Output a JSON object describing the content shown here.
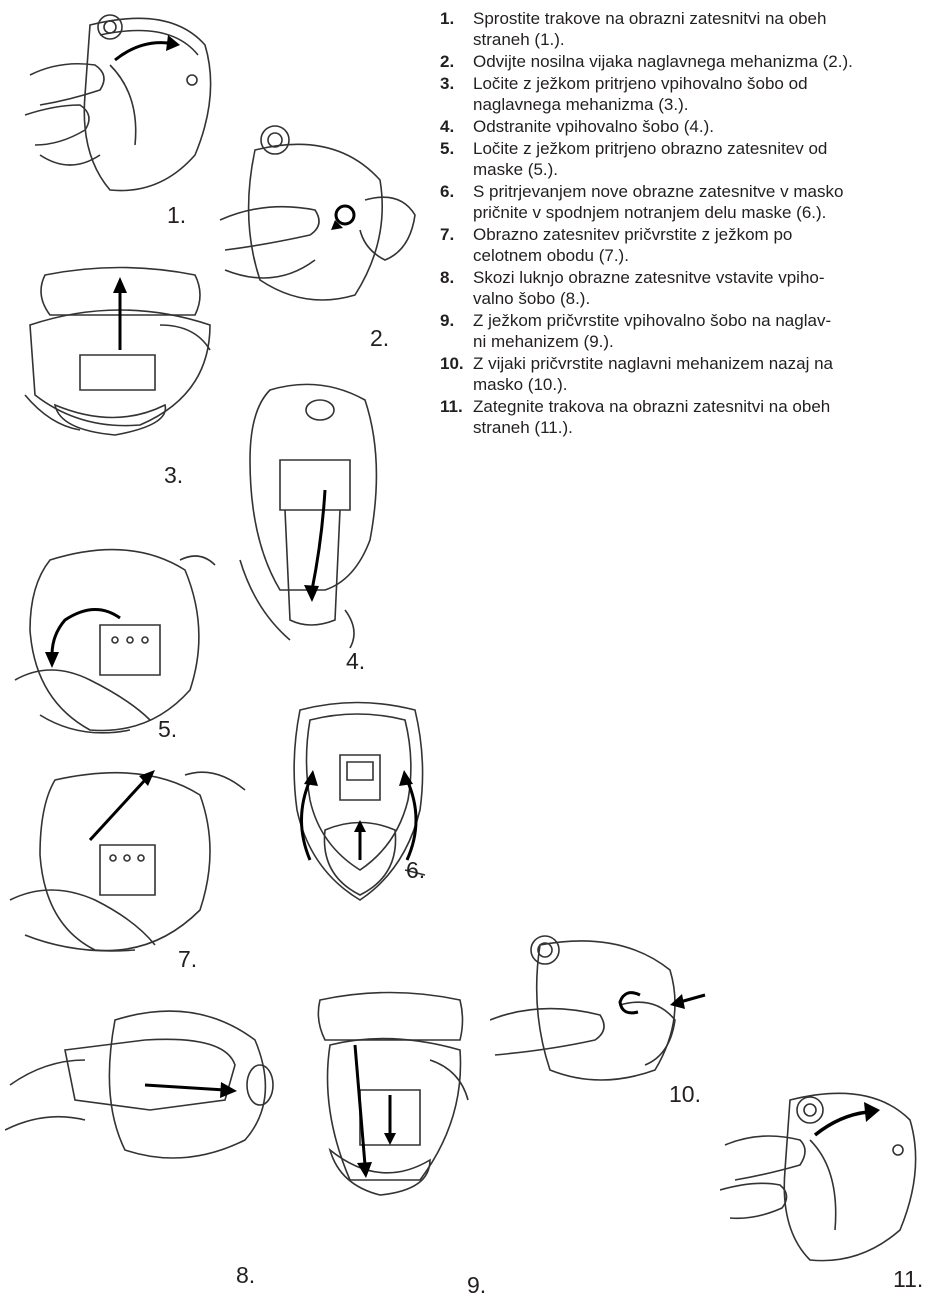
{
  "figure_labels": {
    "f1": "1.",
    "f2": "2.",
    "f3": "3.",
    "f4": "4.",
    "f5": "5.",
    "f6": "6.",
    "f7": "7.",
    "f8": "8.",
    "f9": "9.",
    "f10": "10.",
    "f11": "11."
  },
  "steps": [
    {
      "num": "1.",
      "lines": [
        "Sprostite trakove na obrazni zatesnitvi na obeh",
        "straneh (1.)."
      ]
    },
    {
      "num": "2.",
      "lines": [
        "Odvijte nosilna vijaka naglavnega mehanizma (2.)."
      ]
    },
    {
      "num": "3.",
      "lines": [
        "Ločite z ježkom pritrjeno vpihovalno šobo od",
        "naglavnega mehanizma (3.)."
      ]
    },
    {
      "num": "4.",
      "lines": [
        "Odstranite vpihovalno šobo (4.)."
      ]
    },
    {
      "num": "5.",
      "lines": [
        "Ločite z ježkom pritrjeno obrazno zatesnitev od",
        "maske (5.)."
      ]
    },
    {
      "num": "6.",
      "lines": [
        "S pritrjevanjem nove obrazne zatesnitve v masko",
        "pričnite v spodnjem notranjem delu maske (6.)."
      ]
    },
    {
      "num": "7.",
      "lines": [
        "Obrazno zatesnitev pričvrstite z ježkom po",
        "celotnem obodu (7.)."
      ]
    },
    {
      "num": "8.",
      "lines": [
        "Skozi luknjo obrazne zatesnitve vstavite vpiho-",
        "valno šobo (8.)."
      ]
    },
    {
      "num": "9.",
      "lines": [
        "Z ježkom pričvrstite vpihovalno šobo na naglav-",
        "ni mehanizem (9.)."
      ]
    },
    {
      "num": "10.",
      "lines": [
        "Z vijaki pričvrstite naglavni mehanizem nazaj na",
        "masko (10.)."
      ]
    },
    {
      "num": "11.",
      "lines": [
        "Zategnite trakova na obrazni zatesnitvi na obeh",
        "straneh (11.)."
      ]
    }
  ]
}
